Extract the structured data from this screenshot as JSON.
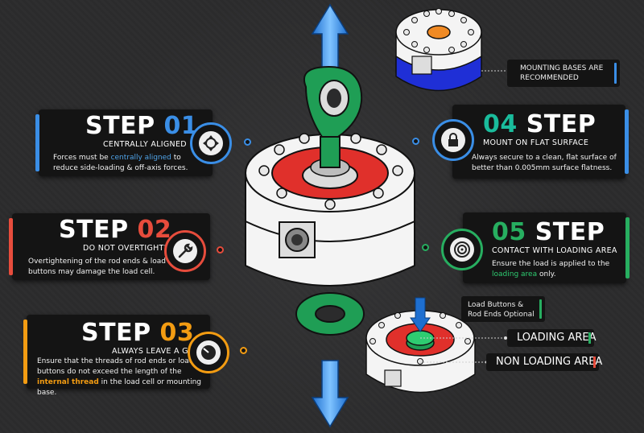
{
  "steps": [
    {
      "num": "01",
      "word": "STEP",
      "subtitle": "CENTRALLY ALIGNED",
      "body_pre": "Forces must be ",
      "body_hl": "centrally aligned",
      "body_post": " to reduce side-loading & off-axis forces.",
      "color": "#3a8ee6",
      "icon": "target-crosshair-icon"
    },
    {
      "num": "02",
      "word": "STEP",
      "subtitle": "DO NOT OVERTIGHTEN",
      "body_pre": "Overtightening of the rod ends & load buttons may damage the load cell.",
      "body_hl": "",
      "body_post": "",
      "color": "#e74c3c",
      "icon": "wrench-icon"
    },
    {
      "num": "03",
      "word": "STEP",
      "subtitle": "ALWAYS LEAVE A GAP",
      "body_pre": "Ensure that the threads of rod ends or load buttons do not exceed the length of the ",
      "body_hl": "internal thread",
      "body_post": " in the load cell or mounting base.",
      "color": "#f39c12",
      "icon": "gauge-icon"
    },
    {
      "num": "04",
      "word": "STEP",
      "subtitle": "MOUNT ON FLAT SURFACE",
      "body_pre": "Always secure to a clean, flat surface of better than 0.005mm surface flatness.",
      "body_hl": "",
      "body_post": "",
      "color": "#1abc9c",
      "icon": "lock-icon"
    },
    {
      "num": "05",
      "word": "STEP",
      "subtitle": "CONTACT WITH LOADING AREA",
      "body_pre": "Ensure the load is applied to the ",
      "body_hl": "loading area",
      "body_post": " only.",
      "color": "#27ae60",
      "icon": "bullseye-icon"
    }
  ],
  "labels": {
    "mounting_bases": "MOUNTING BASES ARE RECOMMENDED",
    "load_buttons": "Load Buttons & Rod Ends Optional",
    "loading_area": "LOADING AREA",
    "non_loading_area": "NON LOADING AREA"
  },
  "colors": {
    "blue": "#3a8ee6",
    "red": "#e74c3c",
    "orange": "#f39c12",
    "teal": "#1abc9c",
    "green": "#27ae60",
    "rod_green": "#1f9e55",
    "cell_red": "#e0302b",
    "base_blue": "#1f2fd6"
  }
}
